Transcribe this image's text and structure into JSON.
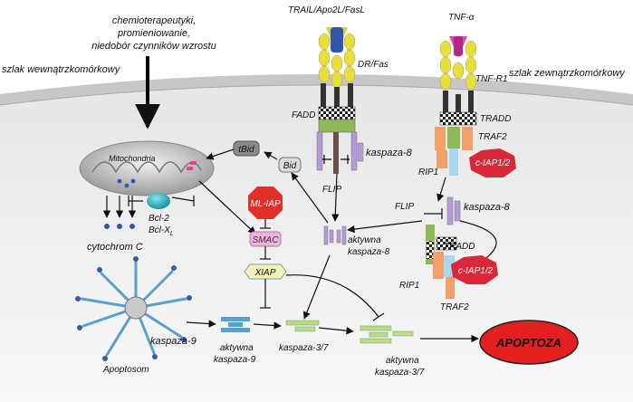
{
  "labels": {
    "stimuli_line1": "chemioterapeutyki,",
    "stimuli_line2": "promieniowanie,",
    "stimuli_line3": "niedobór czynników wzrostu",
    "intrinsic_path": "szlak wewnątrzkomórkowy",
    "extrinsic_path": "szlak zewnątrzkomórkowy",
    "trail": "TRAIL/Apo2L/FasL",
    "dr_fas": "DR/Fas",
    "fadd": "FADD",
    "caspase8_top": "kaspaza-8",
    "flip_top": "FLIP",
    "tnf_alpha": "TNF-α",
    "tnf_r1": "TNF-R1",
    "tradd_top": "TRADD",
    "traf2_top": "TRAF2",
    "rip1_top": "RIP1",
    "ciap_top": "c-IAP1/2",
    "flip_mid": "FLIP",
    "caspase8_mid": "kaspaza-8",
    "tradd_mid": "TRADD",
    "ciap_mid": "c-IAP1/2",
    "rip1_mid": "RIP1",
    "traf2_mid": "TRAF2",
    "mitochondria": "Mitochondria",
    "tbid": "tBid",
    "bid": "Bid",
    "bcl2": "Bcl-2",
    "bclxl": "Bcl-X",
    "bclxl_sub": "L",
    "cytochrome": "cytochrom C",
    "ml_iap": "ML-IAP",
    "smac": "SMAC",
    "xiap": "XIAP",
    "active_caspase8_line1": "aktywna",
    "active_caspase8_line2": "kaspaza-8",
    "caspase9": "kaspaza-9",
    "apoptosome": "Apoptosom",
    "active_caspase9_line1": "aktywna",
    "active_caspase9_line2": "kaspaza-9",
    "caspase37": "kaspaza-3/7",
    "active_caspase37_line1": "aktywna",
    "active_caspase37_line2": "kaspaza-3/7",
    "apoptosis": "APOPTOZA"
  },
  "colors": {
    "membrane": "#bdbdbd",
    "receptor_yellow": "#e8df3a",
    "receptor_green": "#8db85a",
    "trail_blue": "#3355aa",
    "tnf_magenta": "#b0288c",
    "caspase_purple": "#b49ad8",
    "caspase_green": "#b7dd8a",
    "traf_orange": "#f2a06a",
    "rip_blue": "#a9d6ea",
    "ciap_red": "#d8283a",
    "apoptosis_red": "#e41f1f"
  }
}
